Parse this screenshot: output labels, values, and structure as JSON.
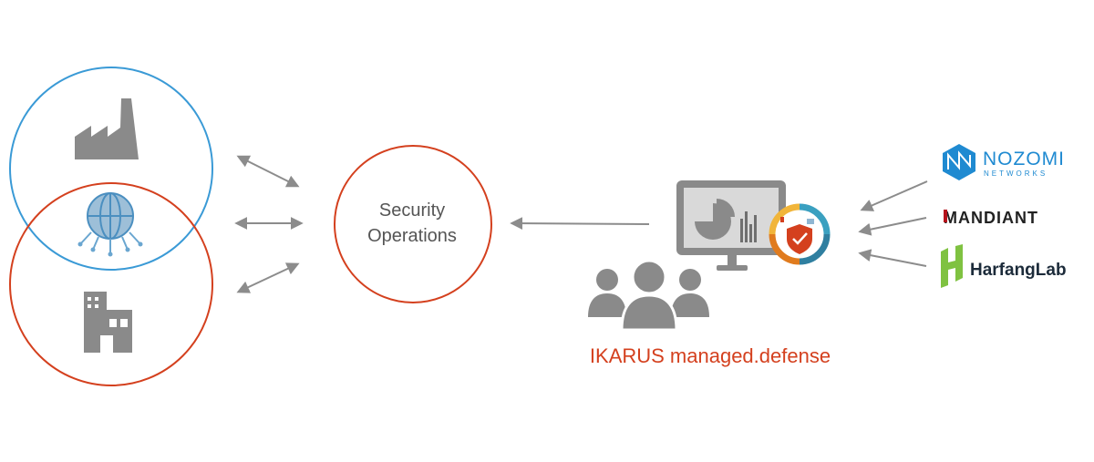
{
  "center": {
    "line1": "Security",
    "line2": "Operations"
  },
  "product": {
    "name": "IKARUS managed.defense"
  },
  "partners": {
    "nozomi_main": "NOZOMI",
    "nozomi_sub": "NETWORKS",
    "mandiant": "MANDIANT",
    "harfang": "HarfangLab"
  },
  "colors": {
    "blue_circle": "#3a9ad6",
    "red_circle": "#d4401e",
    "gray": "#7f7f7f",
    "arrow": "#8c8c8c",
    "product_text": "#d4401e",
    "nozomi_blue": "#1f8ad1",
    "mandiant_red": "#b5121b",
    "harfang_green": "#7fc241"
  },
  "icons": {
    "left_top": "factory-icon",
    "left_middle": "globe-network-icon",
    "left_bottom": "office-building-icon",
    "monitor": "monitor-dashboard-icon",
    "team": "team-people-icon",
    "shield": "security-shield-badge-icon"
  }
}
